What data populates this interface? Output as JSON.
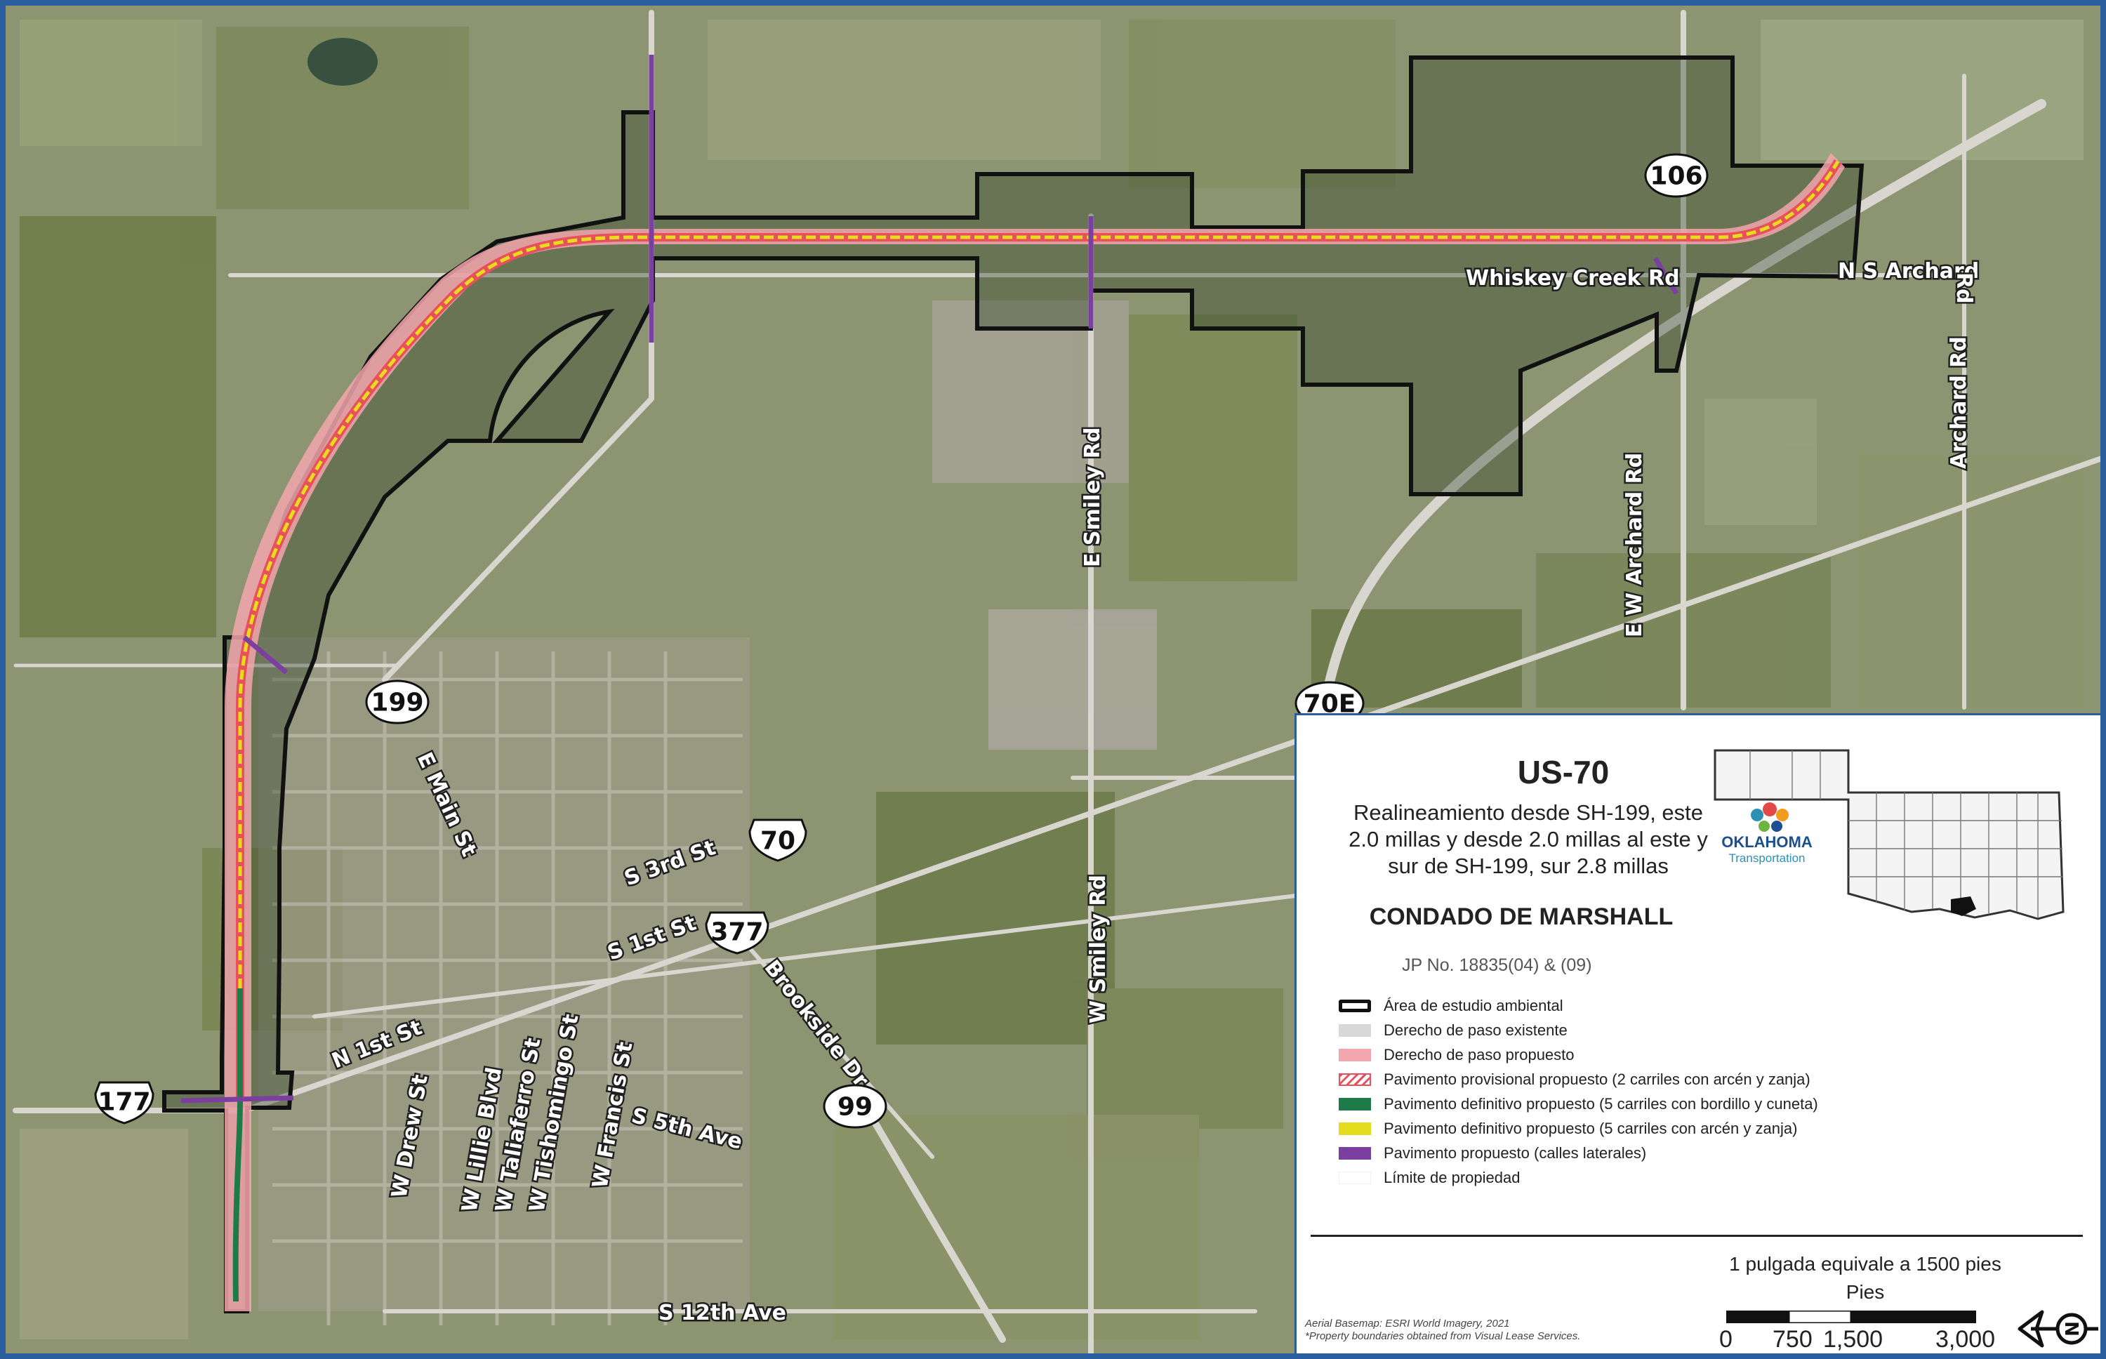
{
  "map": {
    "roads": {
      "whiskey_creek": "Whiskey Creek Rd",
      "ns_archard": "N S Archard",
      "archard_rd_side": "Rd",
      "archard_rd": "Archard Rd",
      "ew_archard": "E W Archard Rd",
      "e_smiley": "E Smiley Rd",
      "w_smiley": "W Smiley Rd",
      "e_main": "E Main St",
      "s_3rd": "S 3rd St",
      "s_1st": "S 1st St",
      "brookside": "Brookside Dr",
      "n_1st": "N 1st St",
      "w_drew": "W Drew St",
      "w_lillie": "W Lillie Blvd",
      "w_taliaferro": "W Taliaferro St",
      "w_tishomingo": "W Tishomingo St",
      "w_francis": "W Francis St",
      "s_5th": "S 5th Ave",
      "s_12th": "S 12th Ave"
    },
    "shields": {
      "sh106": "106",
      "sh199": "199",
      "us70": "70",
      "us377": "377",
      "sh99": "99",
      "us177": "177",
      "us70e": "70E"
    },
    "colors": {
      "boundary": "#111111",
      "existing_row": "#d8d8d8",
      "proposed_row": "#f3a6ad",
      "temporary_pavement": "#e8505b",
      "final_5lane_curb": "#1f7a4a",
      "final_5lane_shoulder": "#e6dc1e",
      "side_streets": "#7b3fa0",
      "frame": "#2a5d9e"
    }
  },
  "legend": {
    "title": "US-70",
    "subtitle_lines": [
      "Realineamiento desde SH-199, este",
      "2.0 millas y desde 2.0 millas al este y",
      "sur de SH-199, sur 2.8 millas"
    ],
    "county": "CONDADO DE MARSHALL",
    "jp_number": "JP No. 18835(04) & (09)",
    "logo": {
      "name": "OKLAHOMA",
      "sub": "Transportation"
    },
    "items": [
      {
        "label": "Área de estudio ambiental",
        "swatch": "boundary"
      },
      {
        "label": "Derecho de paso existente",
        "swatch": "existing_row"
      },
      {
        "label": "Derecho de paso propuesto",
        "swatch": "proposed_row"
      },
      {
        "label": "Pavimento provisional propuesto (2 carriles con arcén y zanja)",
        "swatch": "temporary_pavement"
      },
      {
        "label": "Pavimento definitivo propuesto (5 carriles con bordillo y cuneta)",
        "swatch": "final_5lane_curb"
      },
      {
        "label": "Pavimento definitivo propuesto (5 carriles con arcén y zanja)",
        "swatch": "final_5lane_shoulder"
      },
      {
        "label": "Pavimento propuesto (calles laterales)",
        "swatch": "side_streets"
      },
      {
        "label": "Límite de propiedad",
        "swatch": "property_line"
      }
    ],
    "scale": {
      "text": "1 pulgada equivale a 1500 pies",
      "unit": "Pies",
      "ticks": [
        "0",
        "750",
        "1,500",
        "3,000"
      ]
    },
    "north_label": "N",
    "credits": [
      "Aerial Basemap: ESRI World Imagery, 2021",
      "*Property boundaries obtained from Visual Lease Services."
    ]
  }
}
